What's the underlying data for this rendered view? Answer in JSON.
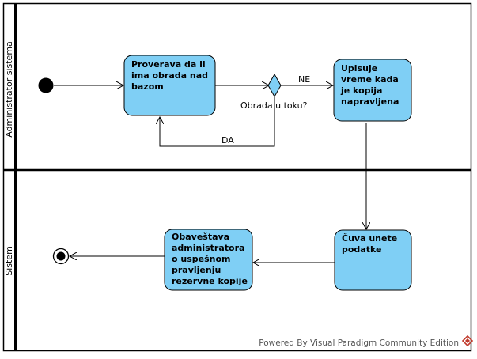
{
  "lanes": [
    {
      "label": "Administrator sistema"
    },
    {
      "label": "Sistem"
    }
  ],
  "nodes": {
    "check": {
      "lines": [
        "Proverava da li",
        "ima obrada nad",
        "bazom"
      ]
    },
    "record": {
      "lines": [
        "Upisuje",
        "vreme kada",
        "je kopija",
        "napravljena"
      ]
    },
    "save": {
      "lines": [
        "Čuva unete",
        "podatke"
      ]
    },
    "notify": {
      "lines": [
        "Obaveštava",
        "administratora",
        "o uspešnom",
        "pravljenju",
        "rezervne kopije"
      ]
    }
  },
  "decision": {
    "label": "Obrada u toku?"
  },
  "edges": {
    "yes_label": "DA",
    "no_label": "NE"
  },
  "footer": {
    "text": "Powered By Visual Paradigm Community Edition"
  },
  "colors": {
    "activity_fill": "#7fcff5",
    "decision_fill": "#7fcff5",
    "stroke": "#000000"
  }
}
